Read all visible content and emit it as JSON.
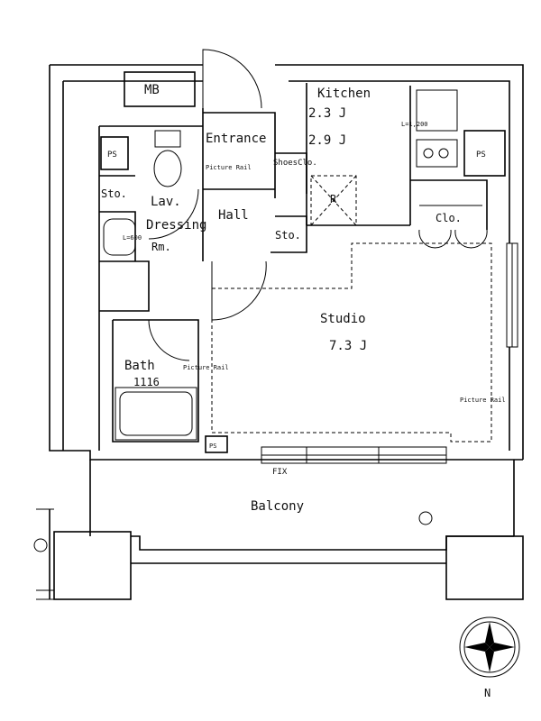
{
  "rooms": {
    "mb": "MB",
    "ps_left": "PS",
    "ps_right": "PS",
    "ps_bottom": "PS",
    "kitchen": "Kitchen",
    "kitchen_size": "2.3 J",
    "kitchen_size2": "2.9 J",
    "entrance": "Entrance",
    "picture_rail_entrance": "Picture Rail",
    "shoes_clo": "ShoesClo.",
    "storage_left": "Sto.",
    "lav": "Lav.",
    "dressing": "Dressing",
    "rm": "Rm.",
    "hall": "Hall",
    "storage_hall": "Sto.",
    "closet": "Clo.",
    "fridge": "R",
    "washer_note": "L=600",
    "counter_note": "L=1,200",
    "studio": "Studio",
    "studio_size": "7.3 J",
    "bath": "Bath",
    "bath_size": "1116",
    "picture_rail_bath": "Picture Rail",
    "picture_rail_studio": "Picture Rail",
    "fix": "FIX",
    "balcony": "Balcony",
    "north": "N"
  }
}
